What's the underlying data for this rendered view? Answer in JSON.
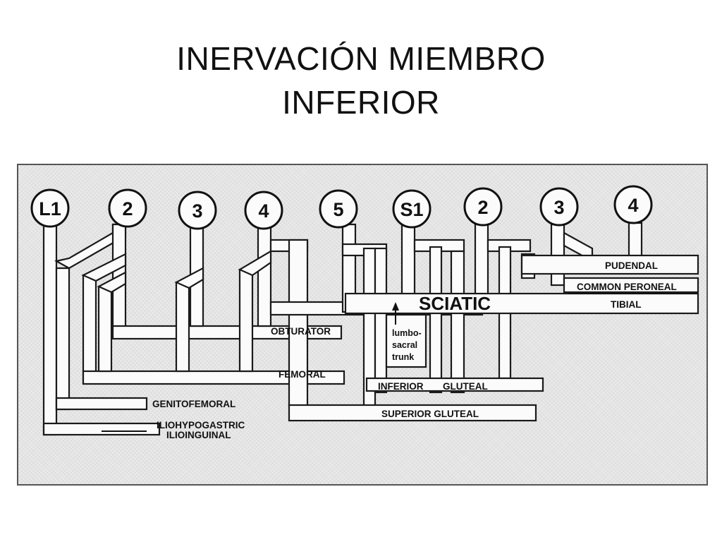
{
  "title": {
    "line1": "INERVACIÓN MIEMBRO",
    "line2": "INFERIOR"
  },
  "diagram": {
    "roots": [
      "L1",
      "2",
      "3",
      "4",
      "5",
      "S1",
      "2",
      "3",
      "4"
    ],
    "nerves": {
      "pudendal": "PUDENDAL",
      "common_peroneal": "COMMON PERONEAL",
      "sciatic": "SCIATIC",
      "tibial": "TIBIAL",
      "obturator": "OBTURATOR",
      "femoral": "FEMORAL",
      "inferior": "INFERIOR",
      "gluteal": "GLUTEAL",
      "genitofemoral": "GENITOFEMORAL",
      "superior_gluteal": "SUPERIOR GLUTEAL",
      "iliohypogastric": "ILIOHYPOGASTRIC",
      "ilioinguinal": "ILIOINGUINAL"
    },
    "lumbosacral_trunk": [
      "lumbo-",
      "sacral",
      "trunk"
    ]
  }
}
